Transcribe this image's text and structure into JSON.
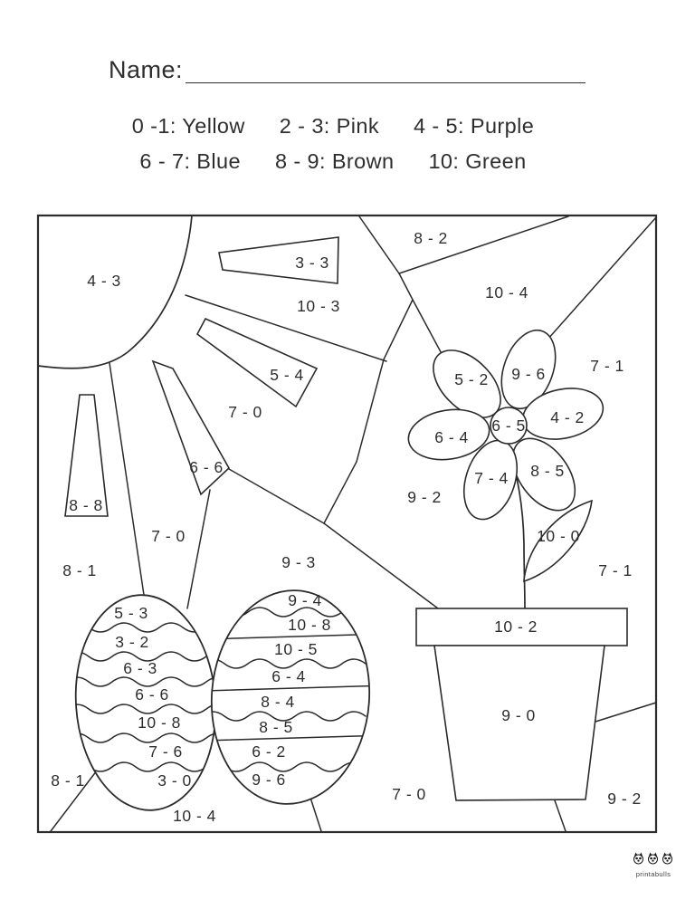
{
  "header": {
    "name_label": "Name:"
  },
  "legend": {
    "row1": [
      "0 -1: Yellow",
      "2 - 3: Pink",
      "4 - 5: Purple"
    ],
    "row2": [
      "6 - 7: Blue",
      "8 - 9: Brown",
      "10: Green"
    ]
  },
  "colors": {
    "ink": "#2b2b2b",
    "paper": "#ffffff"
  },
  "picture": {
    "labels": {
      "sun": "4 - 3",
      "ray_top": "3 - 3",
      "ray_mid": "5 - 4",
      "ray_low": "6 - 6",
      "ray_left": "8 - 8",
      "sky_triangle": "8 - 2",
      "sky_upper_right": "10 - 4",
      "sky_band": "10 - 3",
      "sky_right_upper": "7 - 1",
      "sky_right_mid": "7 - 1",
      "sky_mid_upper": "7 - 0",
      "sky_mid_center": "9 - 2",
      "sky_mid_left": "7 - 0",
      "sky_left": "8 - 1",
      "sky_between_eggs": "9 - 3",
      "sky_bottom_left": "8 - 1",
      "sky_bottom_center": "10 - 4",
      "sky_bottom_right": "7 - 0",
      "sky_corner_right": "9 - 2",
      "flower_center": "6 - 5",
      "petal_top_left": "5 - 2",
      "petal_top_right": "9 - 6",
      "petal_right": "4 - 2",
      "petal_bottom_right": "8 - 5",
      "petal_bottom_left": "7 - 4",
      "petal_left": "6 - 4",
      "leaf": "10 - 0",
      "pot_rim": "10 - 2",
      "pot_body": "9 - 0"
    },
    "egg_left_stripes": [
      "5 - 3",
      "3 - 2",
      "6 - 3",
      "6 - 6",
      "10 - 8",
      "7 - 6",
      "3 - 0"
    ],
    "egg_right_stripes": [
      "9 - 4",
      "10 - 8",
      "10 - 5",
      "6 - 4",
      "8 - 4",
      "8 - 5",
      "6 - 2",
      "9 - 6"
    ]
  },
  "watermark": {
    "brand": "printabulls"
  }
}
